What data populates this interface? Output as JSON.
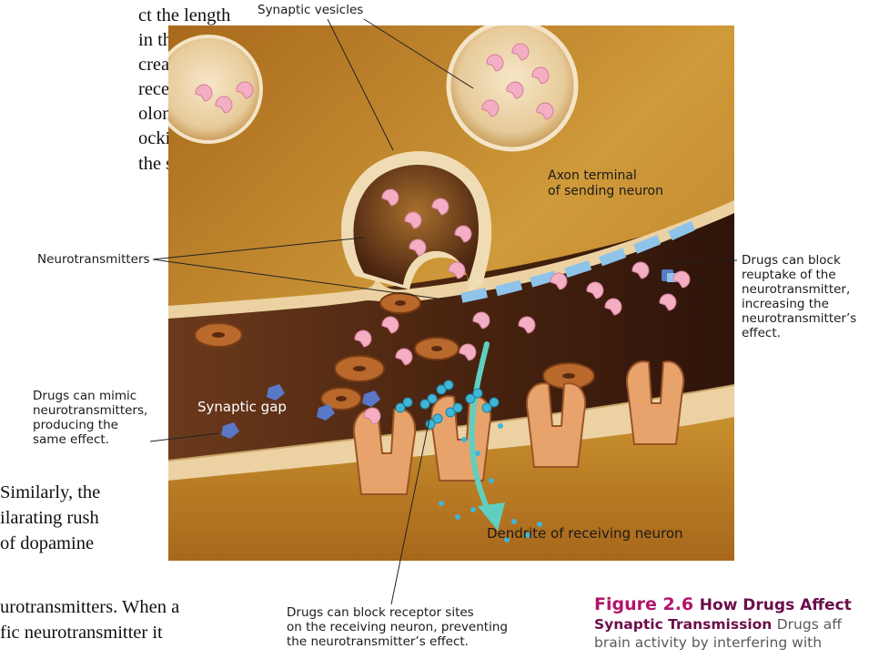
{
  "body_text": {
    "lines_top": [
      "ct the length",
      "in the synap-",
      "creasing  the",
      "receptor.",
      "olong the ef-",
      "ocking the re-",
      "the  sending"
    ],
    "lines_mid": [
      "Similarly,  the",
      "ilarating rush",
      "of  dopamine"
    ],
    "lines_bottom": [
      "urotransmitters. When a",
      "fic  neurotransmitter  it"
    ]
  },
  "labels": {
    "synaptic_vesicles": "Synaptic vesicles",
    "axon_terminal": [
      "Axon terminal",
      "of sending neuron"
    ],
    "neurotransmitters": "Neurotransmitters",
    "drugs_block_reuptake": [
      "Drugs can block",
      "reuptake of the",
      "neurotransmitter,",
      "increasing the",
      "neurotransmitter’s",
      "effect."
    ],
    "synaptic_gap": "Synaptic gap",
    "drugs_mimic": [
      "Drugs can mimic",
      "neurotransmitters,",
      "producing the",
      "same effect."
    ],
    "dendrite": "Dendrite of receiving neuron",
    "drugs_block_receptor": [
      "Drugs can block receptor sites",
      "on the receiving neuron, preventing",
      "the neurotransmitter’s effect."
    ]
  },
  "caption": {
    "figure_number": "Figure 2.6",
    "title_part1": "How Drugs Affect",
    "title_part2": "Synaptic Transmission",
    "text_line1_start": "Drugs aff",
    "text_line2": "brain activity by interfering with"
  },
  "colors": {
    "caption_number": "#b0156b",
    "caption_title": "#6a0e4a",
    "background_top": "#c98c2e",
    "gap_dark": "#4a2410",
    "reuptake_blocker": "#8ec3ea",
    "mimic_drug": "#5a78c8",
    "receptor_blocker": "#3fb6d8",
    "neurotransmitter": "#f4aec4"
  }
}
